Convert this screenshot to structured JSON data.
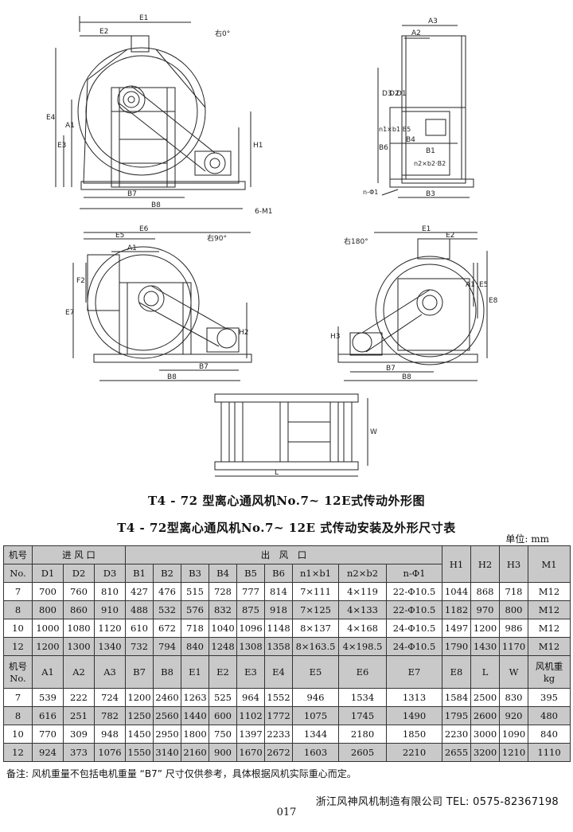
{
  "drawing_labels": {
    "v1": {
      "rot": "右0°",
      "E1": "E1",
      "E2": "E2",
      "E4": "E4",
      "A1": "A1",
      "E3": "E3",
      "H1": "H1",
      "B7": "B7",
      "B8": "B8",
      "M1": "6-M1"
    },
    "v2": {
      "A3": "A3",
      "A2": "A2",
      "D3": "D3",
      "D2": "D2",
      "D1": "D1",
      "B5": "n1×b1 B5",
      "B6": "B6",
      "B4": "B4",
      "B1": "B1",
      "B2": "n2×b2·B2",
      "B3": "B3",
      "nphi": "n-Φ1"
    },
    "v3": {
      "rot": "右90°",
      "E6": "E6",
      "E5": "E5",
      "A1": "A1",
      "F2": "F2",
      "E7": "E7",
      "H2": "H2",
      "B7": "B7",
      "B8": "B8"
    },
    "v4": {
      "rot": "右180°",
      "E1": "E1",
      "E2": "E2",
      "A1": "A1",
      "E5": "E5",
      "E8": "E8",
      "H3": "H3",
      "B7": "B7",
      "B8": "B8"
    },
    "v5": {
      "W": "W",
      "L": "L"
    }
  },
  "figure_title": "T4 - 72 型离心通风机No.7~ 12E式传动外形图",
  "table_title": "T4 - 72型离心通风机No.7~ 12E 式传动安装及外形尺寸表",
  "unit": "单位: mm",
  "table": {
    "header1": {
      "jihao": "机号",
      "inlet": "进 风 口",
      "outlet": "出　风　口",
      "H1": "H1",
      "H2": "H2",
      "H3": "H3",
      "M1": "M1"
    },
    "header1b": [
      "No.",
      "D1",
      "D2",
      "D3",
      "B1",
      "B2",
      "B3",
      "B4",
      "B5",
      "B6",
      "n1×b1",
      "n2×b2",
      "n-Φ1"
    ],
    "rows1": [
      [
        "7",
        "700",
        "760",
        "810",
        "427",
        "476",
        "515",
        "728",
        "777",
        "814",
        "7×111",
        "4×119",
        "22-Φ10.5",
        "1044",
        "868",
        "718",
        "M12"
      ],
      [
        "8",
        "800",
        "860",
        "910",
        "488",
        "532",
        "576",
        "832",
        "875",
        "918",
        "7×125",
        "4×133",
        "22-Φ10.5",
        "1182",
        "970",
        "800",
        "M12"
      ],
      [
        "10",
        "1000",
        "1080",
        "1120",
        "610",
        "672",
        "718",
        "1040",
        "1096",
        "1148",
        "8×137",
        "4×168",
        "24-Φ10.5",
        "1497",
        "1200",
        "986",
        "M12"
      ],
      [
        "12",
        "1200",
        "1300",
        "1340",
        "732",
        "794",
        "840",
        "1248",
        "1308",
        "1358",
        "8×163.5",
        "4×198.5",
        "24-Φ10.5",
        "1790",
        "1430",
        "1170",
        "M12"
      ]
    ],
    "header2": [
      "机号",
      "A1",
      "A2",
      "A3",
      "B7",
      "B8",
      "E1",
      "E2",
      "E3",
      "E4",
      "E5",
      "E6",
      "E7",
      "E8",
      "L",
      "W",
      "风机重"
    ],
    "header2b": {
      "no": "No.",
      "kg": "kg"
    },
    "rows2": [
      [
        "7",
        "539",
        "222",
        "724",
        "1200",
        "2460",
        "1263",
        "525",
        "964",
        "1552",
        "946",
        "1534",
        "1313",
        "1584",
        "2500",
        "830",
        "395"
      ],
      [
        "8",
        "616",
        "251",
        "782",
        "1250",
        "2560",
        "1440",
        "600",
        "1102",
        "1772",
        "1075",
        "1745",
        "1490",
        "1795",
        "2600",
        "920",
        "480"
      ],
      [
        "10",
        "770",
        "309",
        "948",
        "1450",
        "2950",
        "1800",
        "750",
        "1397",
        "2233",
        "1344",
        "2180",
        "1850",
        "2230",
        "3000",
        "1090",
        "840"
      ],
      [
        "12",
        "924",
        "373",
        "1076",
        "1550",
        "3140",
        "2160",
        "900",
        "1670",
        "2672",
        "1603",
        "2605",
        "2210",
        "2655",
        "3200",
        "1210",
        "1110"
      ]
    ]
  },
  "note": "备注: 风机重量不包括电机重量 “B7” 尺寸仅供参考，具体根据风机实际重心而定。",
  "company": "浙江风神风机制造有限公司 TEL: 0575-82367198",
  "page": "017"
}
